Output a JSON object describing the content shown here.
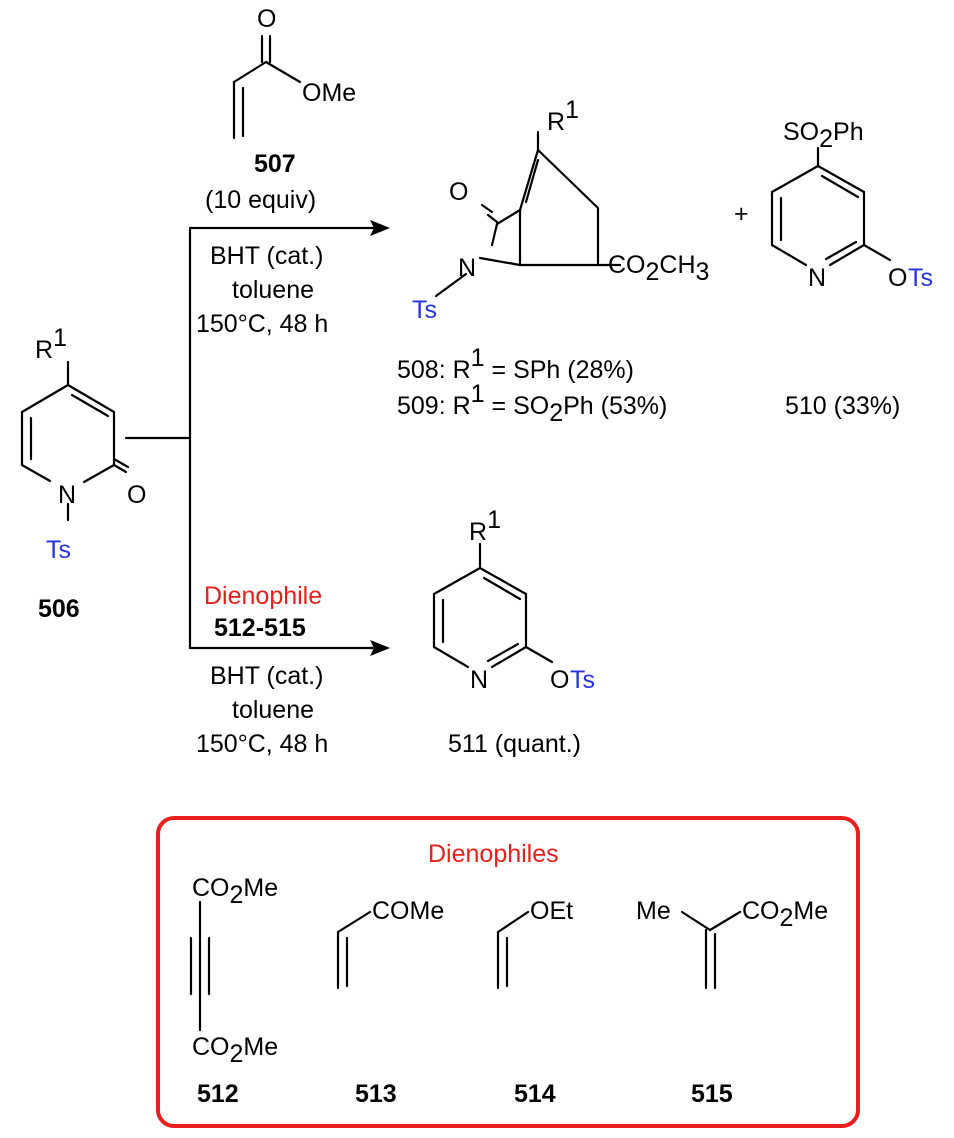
{
  "colors": {
    "text": "#000000",
    "tosyl": "#2233dd",
    "highlight": "#e8201b",
    "background": "#ffffff"
  },
  "atoms": {
    "R": "R",
    "one": "1",
    "N": "N",
    "O": "O",
    "Ts": "Ts",
    "OTs_O": "O",
    "OMe": "OMe",
    "CO2CH3": [
      "CO",
      "2",
      "CH",
      "3"
    ],
    "SO2Ph": [
      "SO",
      "2",
      "Ph"
    ],
    "CO2Me": [
      "CO",
      "2",
      "Me"
    ],
    "COMe": "COMe",
    "OEt": "OEt",
    "Me": "Me"
  },
  "start": {
    "id": "506"
  },
  "upper": {
    "reagent_id": "507",
    "reagent_amount": "(10 equiv)",
    "conditions": [
      "BHT (cat.)",
      "toluene",
      "150°C, 48 h"
    ],
    "plus": "+",
    "product_508": {
      "id": "508",
      "text_a": ": R",
      "sup": "1",
      "text_b": " = SPh (28%)"
    },
    "product_509": {
      "id": "509",
      "text_a": ": R",
      "sup": "1",
      "text_b": " = SO",
      "sub": "2",
      "text_c": "Ph (53%)"
    },
    "product_510": {
      "id": "510",
      "yield": " (33%)"
    }
  },
  "lower": {
    "dienophile_label": "Dienophile",
    "dienophile_ids": "512-515",
    "conditions": [
      "BHT (cat.)",
      "toluene",
      "150°C, 48 h"
    ],
    "product": {
      "id": "511",
      "yield": " (quant.)"
    }
  },
  "dienophiles_box": {
    "title": "Dienophiles",
    "ids": [
      "512",
      "513",
      "514",
      "515"
    ]
  }
}
